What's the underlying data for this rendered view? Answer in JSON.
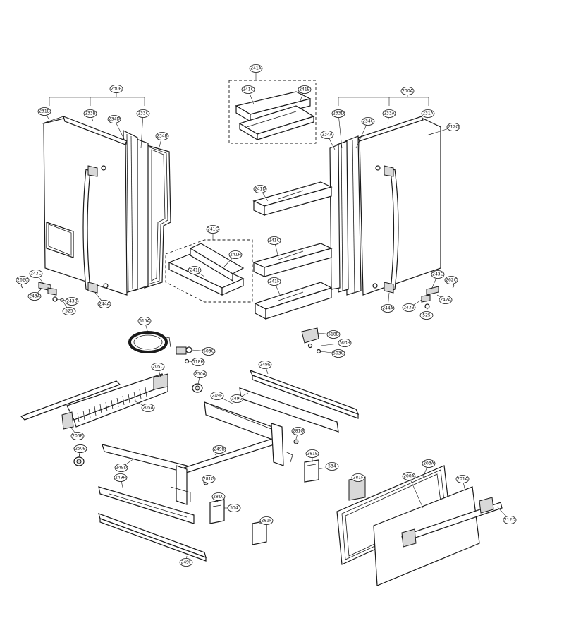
{
  "labels": {
    "p230B": "230B",
    "p231B": "231B",
    "p233B": "233B",
    "p234D": "234D",
    "p233C_l": "233C",
    "p234B": "234B",
    "p241A": "241A",
    "p241C_top": "241C",
    "p241B": "241B",
    "p230A": "230A",
    "p233D": "233D",
    "p234C": "234C",
    "p233A": "233A",
    "p231A": "231A",
    "p212G": "212G",
    "p234A": "234A",
    "p241D": "241D",
    "p241G": "241G",
    "p241H": "241H",
    "p241J": "241J",
    "p241C_mid": "241C",
    "p241F": "241F",
    "p243C_l": "243C",
    "p262C_l": "262C",
    "p243A_l": "243A",
    "p243B_l": "243B",
    "p525_l": "525",
    "p244A_l": "244A",
    "p243C_r": "243C",
    "p262C_r": "262C",
    "p243B_r": "243B",
    "p242A_r": "242A",
    "p525_r": "525",
    "p244A_r": "244A",
    "p515A": "515A",
    "p503C": "503C",
    "p518H": "518H",
    "p518B": "518B",
    "p503B": "503B",
    "p503C_r": "503C",
    "p205C": "205C",
    "p205A": "205A",
    "p250A": "250A",
    "p205B": "205B",
    "p250B_top": "250B",
    "p249E": "249E",
    "p249F": "249F",
    "p249G": "249G",
    "p281G_r": "281G",
    "p250B": "250B",
    "p249B": "249B",
    "p249D": "249D",
    "p249H": "249H",
    "p281G_l": "281G",
    "p281E": "281E",
    "p534_r": "534",
    "p281C": "281C",
    "p534_l": "534",
    "p281F": "281F",
    "p281F_l": "281F",
    "p203A": "203A",
    "p200A": "200A",
    "p201A": "201A",
    "p212D": "212D",
    "p249F_b": "249F"
  }
}
